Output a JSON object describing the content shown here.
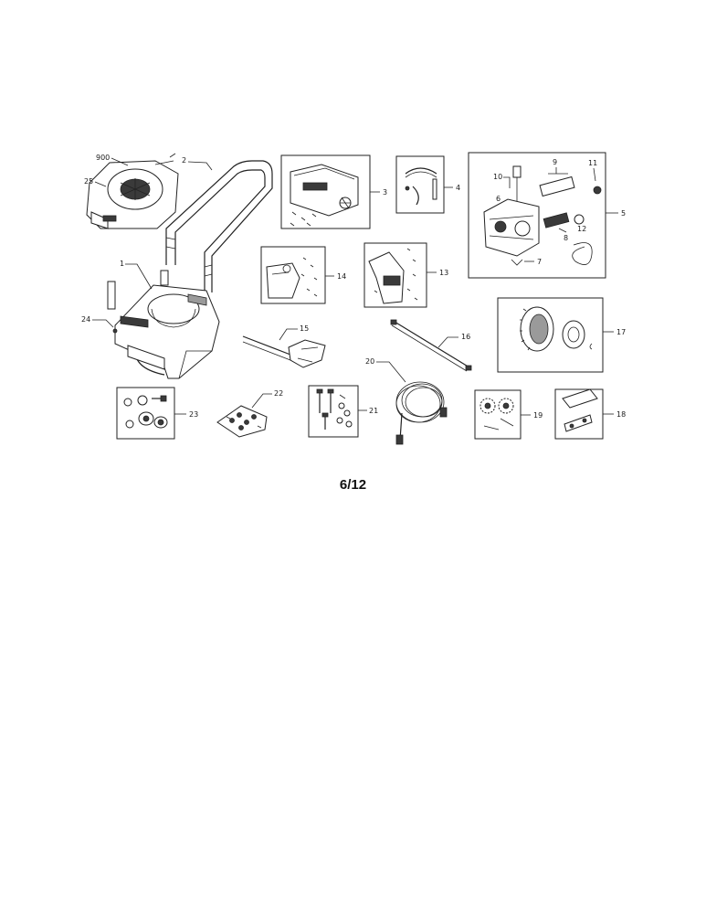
{
  "page_number": "6/12",
  "callouts": {
    "c900": "900",
    "c25": "25",
    "c2": "2",
    "c3": "3",
    "c4": "4",
    "c5": "5",
    "c6": "6",
    "c7": "7",
    "c8": "8",
    "c9": "9",
    "c10": "10",
    "c11": "11",
    "c12": "12",
    "c1": "1",
    "c13": "13",
    "c14": "14",
    "c15": "15",
    "c16": "16",
    "c17": "17",
    "c18": "18",
    "c19": "19",
    "c20": "20",
    "c21": "21",
    "c22": "22",
    "c23": "23",
    "c24": "24"
  }
}
